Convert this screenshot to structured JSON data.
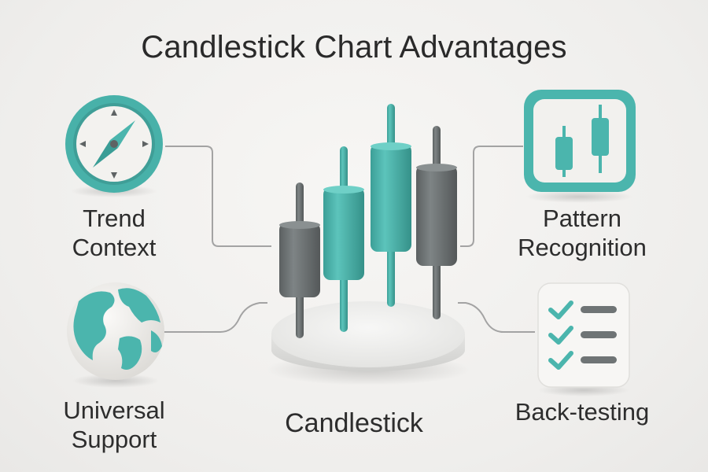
{
  "title": "Candlestick Chart Advantages",
  "center_label": "Candlestick",
  "features": {
    "trend": {
      "line1": "Trend",
      "line2": "Context",
      "icon": "compass-icon"
    },
    "pattern": {
      "line1": "Pattern",
      "line2": "Recognition",
      "icon": "candlestick-pattern-icon"
    },
    "universal": {
      "line1": "Universal",
      "line2": "Support",
      "icon": "globe-icon"
    },
    "backtesting": {
      "line1": "Back-testing",
      "icon": "checklist-icon"
    }
  },
  "colors": {
    "teal": "#4bb5ad",
    "teal_dark": "#3a9d96",
    "gray": "#6f7475",
    "gray_dark": "#5c6162",
    "base": "#e6e6e4",
    "connector": "#9a9a9a"
  }
}
